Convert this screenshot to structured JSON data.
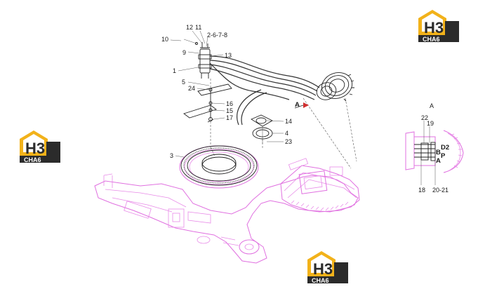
{
  "logo": {
    "mark_text": "H3",
    "brand_text": "CHA6",
    "colors": {
      "gold": "#f2b21a",
      "dark": "#2b2b2b",
      "white": "#ffffff"
    }
  },
  "view_marker": {
    "arrow_label": "A",
    "detail_title": "A"
  },
  "callouts": [
    {
      "id": "c10",
      "text": "10"
    },
    {
      "id": "c12",
      "text": "12"
    },
    {
      "id": "c11",
      "text": "11"
    },
    {
      "id": "c2678",
      "text": "2-6-7-8"
    },
    {
      "id": "c9",
      "text": "9"
    },
    {
      "id": "c13",
      "text": "13"
    },
    {
      "id": "c1",
      "text": "1"
    },
    {
      "id": "c5",
      "text": "5"
    },
    {
      "id": "c24",
      "text": "24"
    },
    {
      "id": "c16",
      "text": "16"
    },
    {
      "id": "c15",
      "text": "15"
    },
    {
      "id": "c17",
      "text": "17"
    },
    {
      "id": "c14",
      "text": "14"
    },
    {
      "id": "c4",
      "text": "4"
    },
    {
      "id": "c23",
      "text": "23"
    },
    {
      "id": "c3",
      "text": "3"
    },
    {
      "id": "c22",
      "text": "22"
    },
    {
      "id": "c19",
      "text": "19"
    },
    {
      "id": "c18",
      "text": "18"
    },
    {
      "id": "c2021",
      "text": "20-21"
    }
  ],
  "port_labels": [
    {
      "id": "pD2",
      "text": "D2"
    },
    {
      "id": "pB",
      "text": "B"
    },
    {
      "id": "pP",
      "text": "P"
    },
    {
      "id": "pA",
      "text": "A"
    }
  ],
  "colors": {
    "frame": "#e070e0",
    "line": "#222222"
  }
}
